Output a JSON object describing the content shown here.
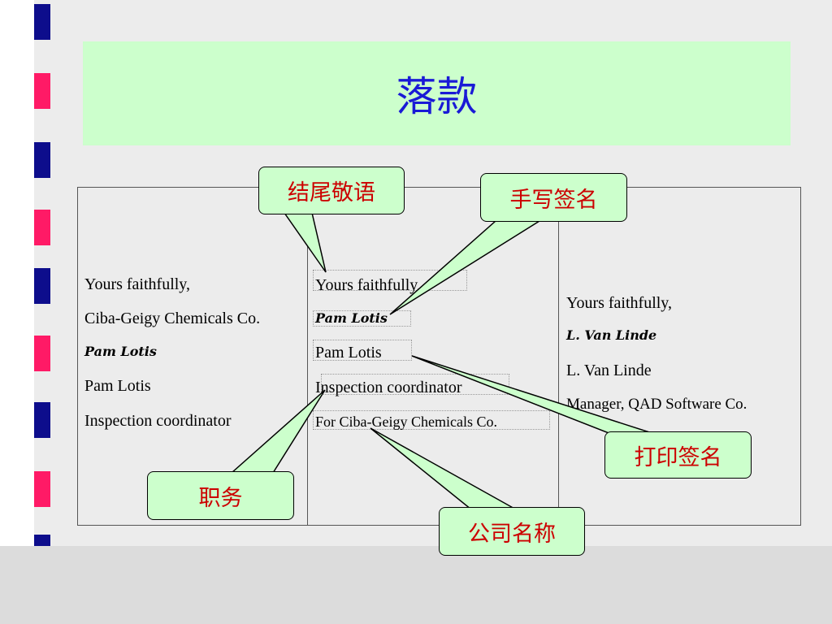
{
  "title": "落款",
  "columns": [
    {
      "lines": [
        "Yours faithfully,",
        "Ciba-Geigy Chemicals Co.",
        "Pam Lotis",
        "Pam Lotis",
        "Inspection coordinator"
      ]
    },
    {
      "lines": [
        "Yours faithfully,",
        "Pam Lotis",
        "Pam Lotis",
        "Inspection coordinator",
        "For Ciba-Geigy Chemicals Co."
      ]
    },
    {
      "lines": [
        "Yours faithfully,",
        "L. Van Linde",
        "L. Van Linde",
        "Manager, QAD Software Co."
      ]
    }
  ],
  "callouts": {
    "closing": "结尾敬语",
    "handwritten_signature": "手写签名",
    "printed_signature": "打印签名",
    "position": "职务",
    "company_name": "公司名称"
  },
  "colors": {
    "title_bg": "#ccffcc",
    "title_text": "#1a1ad6",
    "callout_bg": "#ccffcc",
    "callout_text": "#cc0000",
    "stripe_blue": "#0d0d8c",
    "stripe_red": "#ff1a66"
  }
}
